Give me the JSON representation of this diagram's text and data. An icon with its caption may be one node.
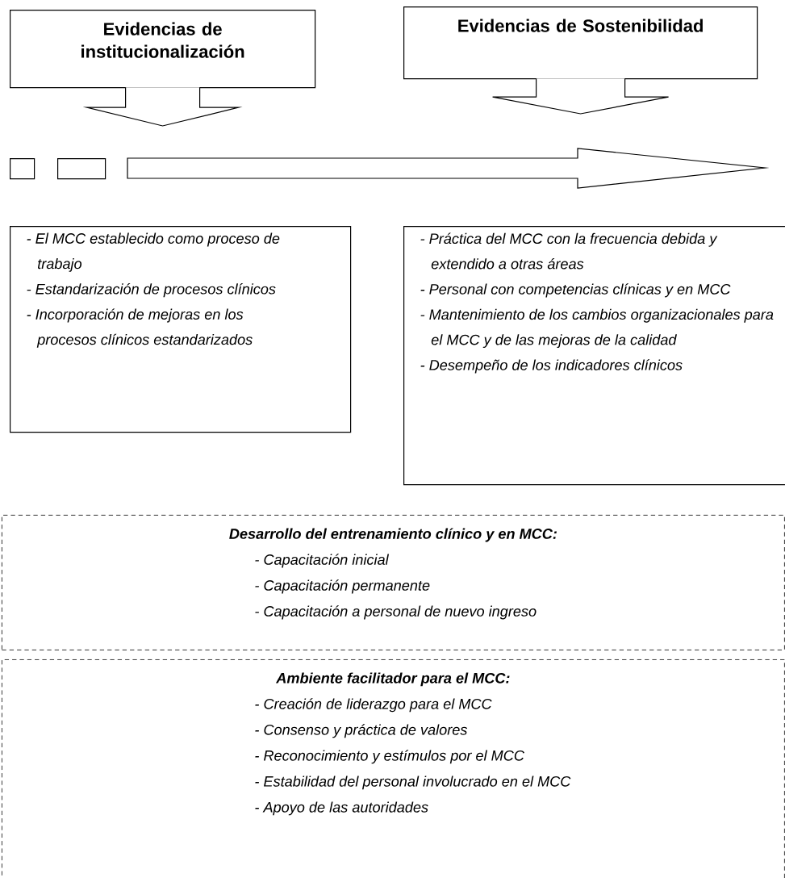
{
  "diagram": {
    "nodes": [
      {
        "text": [
          "Evidencias de institucionalización"
        ]
      },
      {
        "text": [
          "Evidencias de Sostenibilidad"
        ]
      },
      {
        "text": [],
        "shape": "box"
      },
      {
        "text": [],
        "shape": "box"
      },
      {
        "text": [],
        "shape": "arrow"
      },
      {
        "text": [
          "- El MCC establecido como proceso de trabajo",
          "- Estandarización de procesos clínicos",
          "- Incorporación de mejoras  en los procesos clínicos estandarizados"
        ]
      },
      {
        "text": [
          "- Práctica del MCC con la frecuencia debida y extendido a otras áreas",
          "- Personal con competencias clínicas y en MCC",
          "- Mantenimiento de los cambios organizacionales para el MCC y de las mejoras de la calidad",
          "- Desempeño de los indicadores clínicos"
        ]
      },
      {
        "text": [
          "Desarrollo del entrenamiento clínico y en MCC:",
          "- Capacitación inicial",
          "- Capacitación permanente",
          "- Capacitación a personal de nuevo ingreso"
        ]
      },
      {
        "text": [
          "Ambiente facilitador para el MCC:",
          "- Creación de liderazgo para el MCC",
          "- Consenso y práctica de valores",
          "- Reconocimiento y estímulos por el MCC",
          "- Estabilidad del personal involucrado en el MCC",
          "- Apoyo de las autoridades"
        ]
      }
    ],
    "edges": [
      {
        "from": 0,
        "to": 4,
        "arrow": "to"
      },
      {
        "from": 1,
        "to": 4,
        "arrow": "to"
      }
    ]
  }
}
